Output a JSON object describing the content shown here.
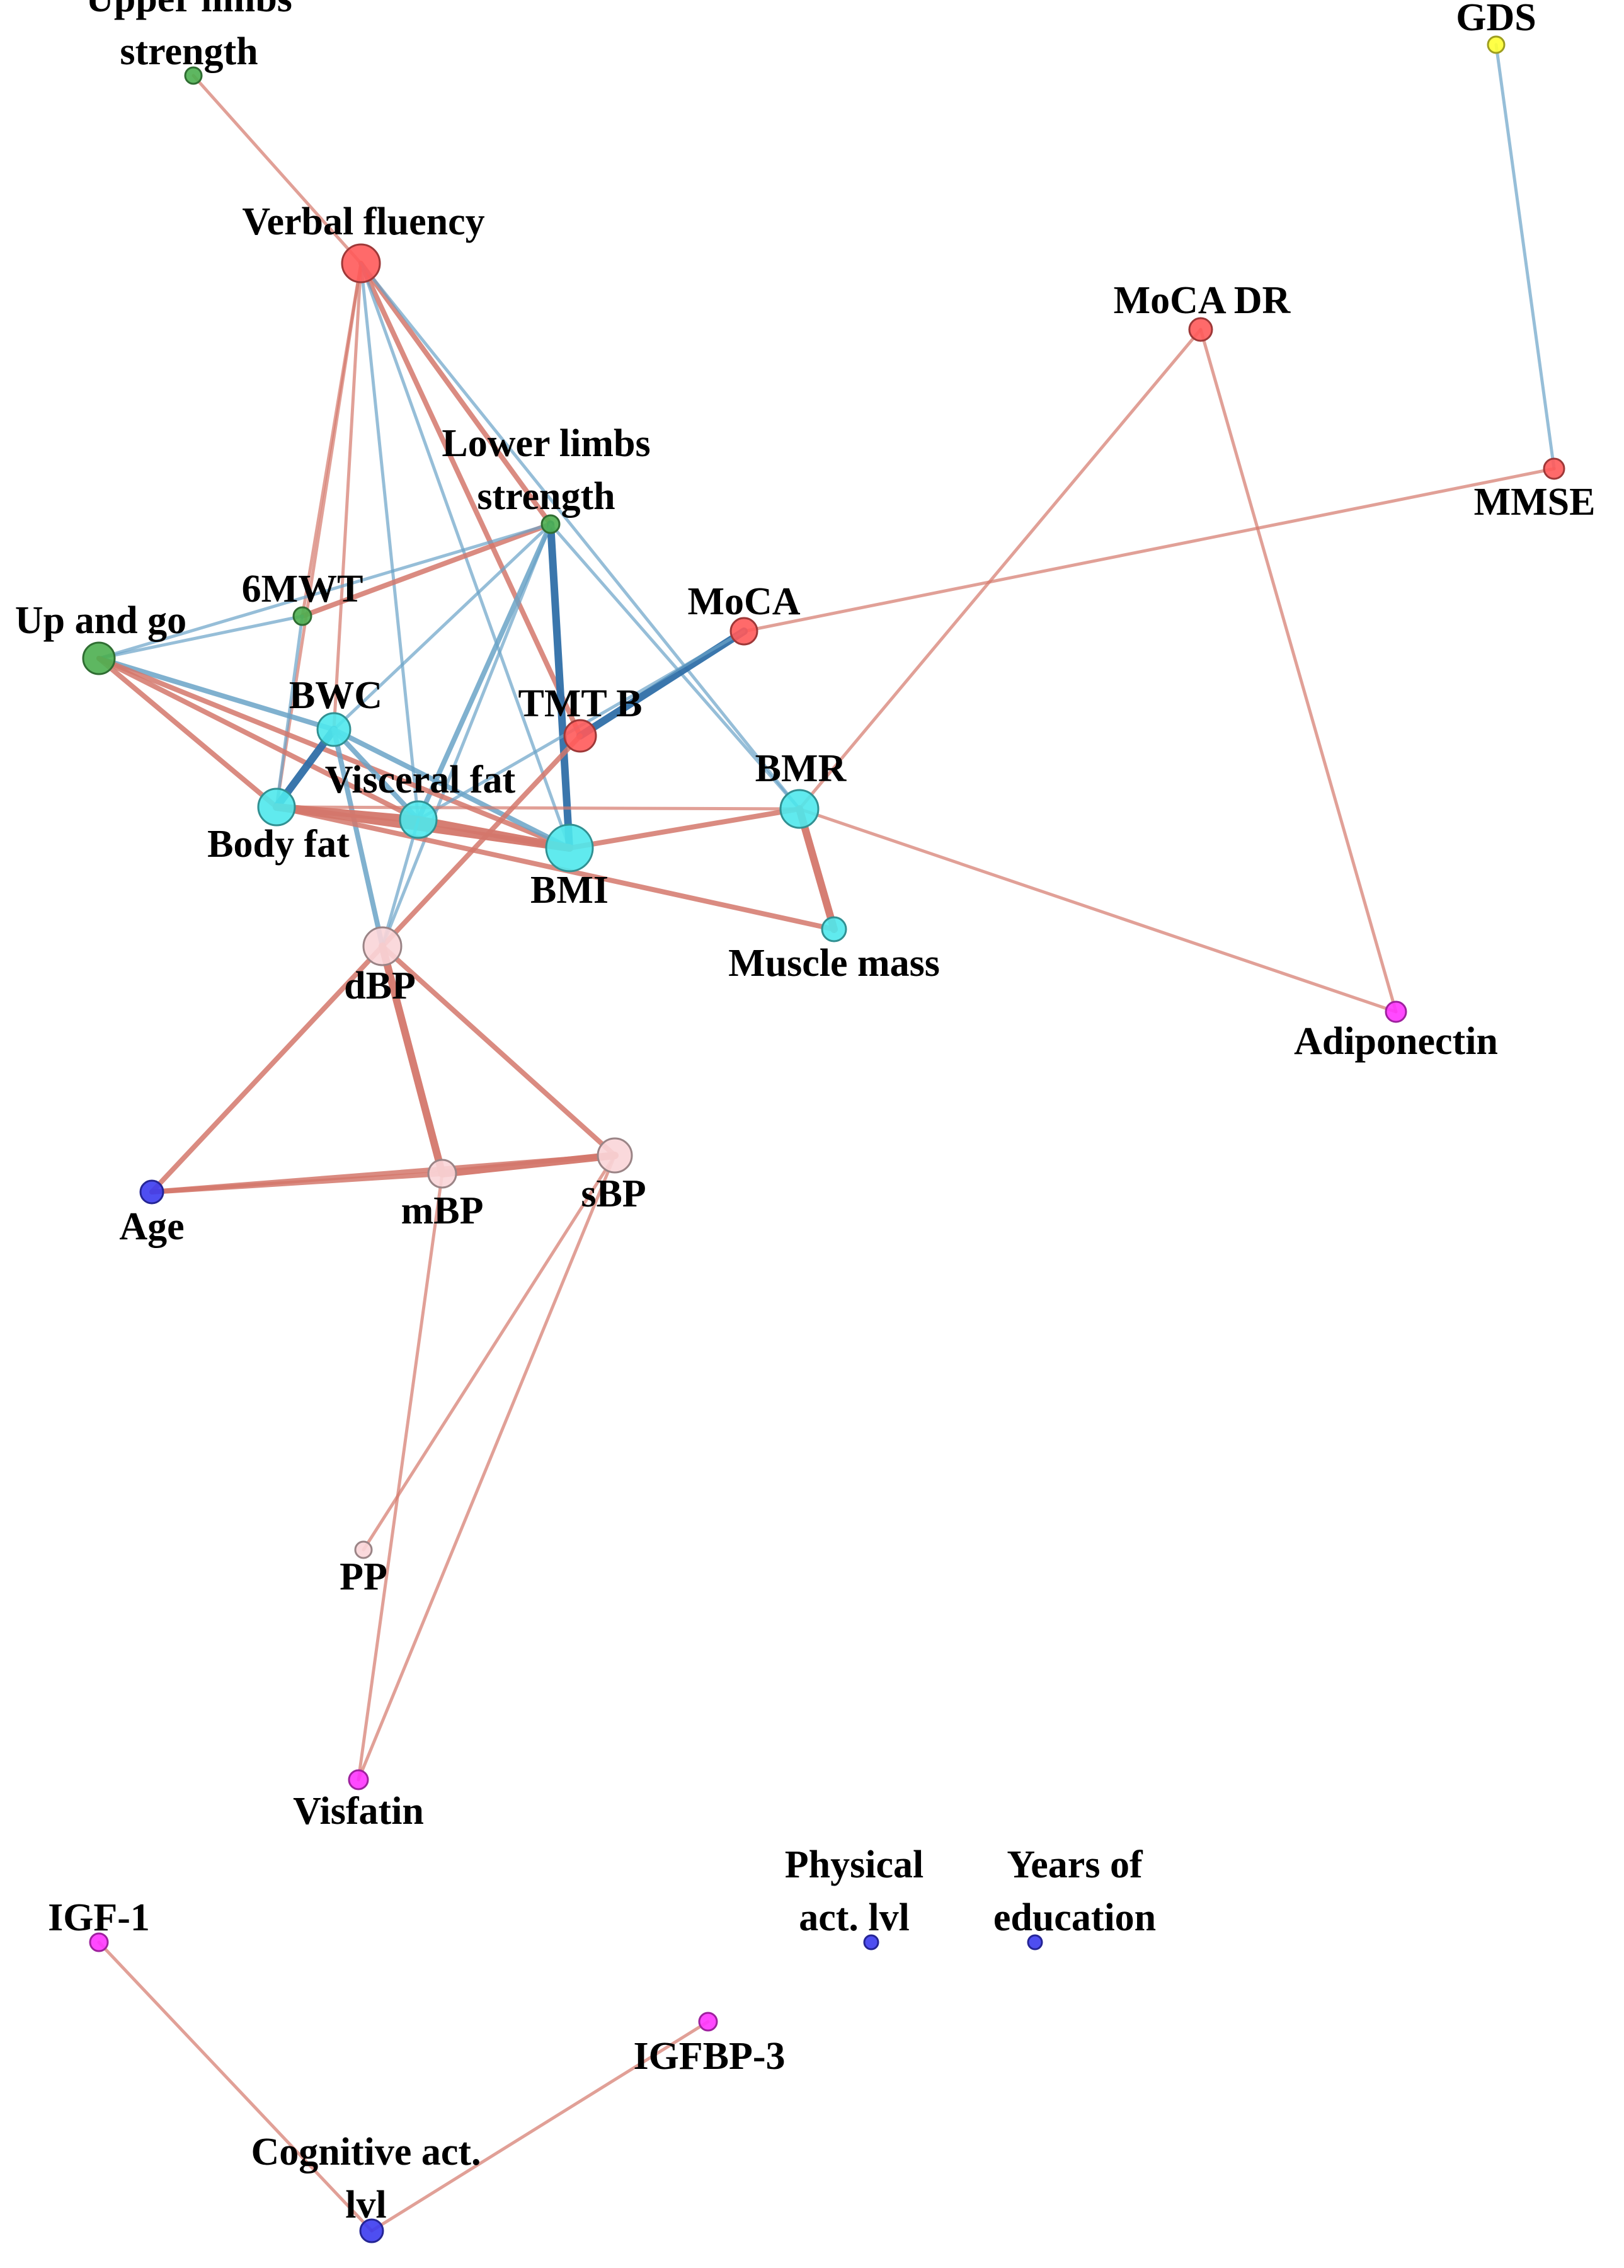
{
  "colors": {
    "positive_edge": "#d4776b",
    "negative_edge": "#6aa3c7",
    "strong_negative_edge": "#2f6fa8",
    "group_cognitive": "#ff5a5a",
    "group_physical": "#4caf50",
    "group_body_composition": "#4fe8ec",
    "group_blood_pressure": "#f9d5d8",
    "group_adipokine": "#ff35ff",
    "group_demographic": "#3b3bf0",
    "group_depression": "#ffff33"
  },
  "nodes": [
    {
      "id": "upper_limbs",
      "label_lines": [
        "Upper limbs",
        "strength"
      ],
      "group": "physical"
    },
    {
      "id": "verbal_fluency",
      "label_lines": [
        "Verbal fluency"
      ],
      "group": "cognitive"
    },
    {
      "id": "gds",
      "label_lines": [
        "GDS"
      ],
      "group": "depression"
    },
    {
      "id": "moca_dr",
      "label_lines": [
        "MoCA DR"
      ],
      "group": "cognitive"
    },
    {
      "id": "mmse",
      "label_lines": [
        "MMSE"
      ],
      "group": "cognitive"
    },
    {
      "id": "lower_limbs",
      "label_lines": [
        "Lower limbs",
        "strength"
      ],
      "group": "physical"
    },
    {
      "id": "6mwt",
      "label_lines": [
        "6MWT"
      ],
      "group": "physical"
    },
    {
      "id": "moca",
      "label_lines": [
        "MoCA"
      ],
      "group": "cognitive"
    },
    {
      "id": "up_and_go",
      "label_lines": [
        "Up and go"
      ],
      "group": "physical"
    },
    {
      "id": "bwc",
      "label_lines": [
        "BWC"
      ],
      "group": "body_composition"
    },
    {
      "id": "tmt_b",
      "label_lines": [
        "TMT B"
      ],
      "group": "cognitive"
    },
    {
      "id": "visceral_fat",
      "label_lines": [
        "Visceral fat"
      ],
      "group": "body_composition"
    },
    {
      "id": "bmr",
      "label_lines": [
        "BMR"
      ],
      "group": "body_composition"
    },
    {
      "id": "body_fat",
      "label_lines": [
        "Body fat"
      ],
      "group": "body_composition"
    },
    {
      "id": "bmi",
      "label_lines": [
        "BMI"
      ],
      "group": "body_composition"
    },
    {
      "id": "muscle_mass",
      "label_lines": [
        "Muscle mass"
      ],
      "group": "body_composition"
    },
    {
      "id": "dbp",
      "label_lines": [
        "dBP"
      ],
      "group": "blood_pressure"
    },
    {
      "id": "adiponectin",
      "label_lines": [
        "Adiponectin"
      ],
      "group": "adipokine"
    },
    {
      "id": "age",
      "label_lines": [
        "Age"
      ],
      "group": "demographic"
    },
    {
      "id": "mbp",
      "label_lines": [
        "mBP"
      ],
      "group": "blood_pressure"
    },
    {
      "id": "sbp",
      "label_lines": [
        "sBP"
      ],
      "group": "blood_pressure"
    },
    {
      "id": "pp",
      "label_lines": [
        "PP"
      ],
      "group": "blood_pressure"
    },
    {
      "id": "visfatin",
      "label_lines": [
        "Visfatin"
      ],
      "group": "adipokine"
    },
    {
      "id": "igf1",
      "label_lines": [
        "IGF-1"
      ],
      "group": "adipokine"
    },
    {
      "id": "physical_act",
      "label_lines": [
        "Physical",
        "act. lvl"
      ],
      "group": "demographic"
    },
    {
      "id": "years_edu",
      "label_lines": [
        "Years of",
        "education"
      ],
      "group": "demographic"
    },
    {
      "id": "igfbp3",
      "label_lines": [
        "IGFBP-3"
      ],
      "group": "adipokine"
    },
    {
      "id": "cognitive_act",
      "label_lines": [
        "Cognitive act.",
        "lvl"
      ],
      "group": "demographic"
    }
  ],
  "edges": [
    {
      "source": "upper_limbs",
      "target": "verbal_fluency",
      "sign": "positive",
      "strength": "weak"
    },
    {
      "source": "verbal_fluency",
      "target": "lower_limbs",
      "sign": "positive",
      "strength": "medium"
    },
    {
      "source": "verbal_fluency",
      "target": "tmt_b",
      "sign": "positive",
      "strength": "medium"
    },
    {
      "source": "verbal_fluency",
      "target": "body_fat",
      "sign": "positive",
      "strength": "weak"
    },
    {
      "source": "verbal_fluency",
      "target": "visceral_fat",
      "sign": "negative",
      "strength": "weak"
    },
    {
      "source": "verbal_fluency",
      "target": "bwc",
      "sign": "positive",
      "strength": "weak"
    },
    {
      "source": "verbal_fluency",
      "target": "bmi",
      "sign": "negative",
      "strength": "weak"
    },
    {
      "source": "verbal_fluency",
      "target": "6mwt",
      "sign": "positive",
      "strength": "weak"
    },
    {
      "source": "verbal_fluency",
      "target": "bmr",
      "sign": "negative",
      "strength": "weak"
    },
    {
      "source": "gds",
      "target": "mmse",
      "sign": "negative",
      "strength": "weak"
    },
    {
      "source": "moca_dr",
      "target": "bmr",
      "sign": "positive",
      "strength": "weak"
    },
    {
      "source": "moca_dr",
      "target": "adiponectin",
      "sign": "positive",
      "strength": "weak"
    },
    {
      "source": "mmse",
      "target": "moca",
      "sign": "positive",
      "strength": "weak"
    },
    {
      "source": "lower_limbs",
      "target": "6mwt",
      "sign": "positive",
      "strength": "medium"
    },
    {
      "source": "lower_limbs",
      "target": "up_and_go",
      "sign": "negative",
      "strength": "weak"
    },
    {
      "source": "lower_limbs",
      "target": "bwc",
      "sign": "negative",
      "strength": "weak"
    },
    {
      "source": "lower_limbs",
      "target": "visceral_fat",
      "sign": "negative",
      "strength": "medium"
    },
    {
      "source": "lower_limbs",
      "target": "bmi",
      "sign": "negative",
      "strength": "strong"
    },
    {
      "source": "lower_limbs",
      "target": "bmr",
      "sign": "negative",
      "strength": "weak"
    },
    {
      "source": "lower_limbs",
      "target": "dbp",
      "sign": "negative",
      "strength": "weak"
    },
    {
      "source": "6mwt",
      "target": "up_and_go",
      "sign": "negative",
      "strength": "weak"
    },
    {
      "source": "6mwt",
      "target": "body_fat",
      "sign": "negative",
      "strength": "weak"
    },
    {
      "source": "up_and_go",
      "target": "body_fat",
      "sign": "positive",
      "strength": "medium"
    },
    {
      "source": "up_and_go",
      "target": "bwc",
      "sign": "negative",
      "strength": "medium"
    },
    {
      "source": "up_and_go",
      "target": "visceral_fat",
      "sign": "positive",
      "strength": "medium"
    },
    {
      "source": "up_and_go",
      "target": "bmi",
      "sign": "positive",
      "strength": "medium"
    },
    {
      "source": "bwc",
      "target": "body_fat",
      "sign": "negative",
      "strength": "strong"
    },
    {
      "source": "bwc",
      "target": "visceral_fat",
      "sign": "negative",
      "strength": "medium"
    },
    {
      "source": "bwc",
      "target": "bmi",
      "sign": "negative",
      "strength": "medium"
    },
    {
      "source": "bwc",
      "target": "dbp",
      "sign": "negative",
      "strength": "medium"
    },
    {
      "source": "moca",
      "target": "tmt_b",
      "sign": "negative",
      "strength": "strong"
    },
    {
      "source": "moca",
      "target": "visceral_fat",
      "sign": "negative",
      "strength": "weak"
    },
    {
      "source": "tmt_b",
      "target": "dbp",
      "sign": "positive",
      "strength": "medium"
    },
    {
      "source": "body_fat",
      "target": "visceral_fat",
      "sign": "positive",
      "strength": "strong"
    },
    {
      "source": "body_fat",
      "target": "bmi",
      "sign": "positive",
      "strength": "strong"
    },
    {
      "source": "body_fat",
      "target": "bmr",
      "sign": "positive",
      "strength": "weak"
    },
    {
      "source": "body_fat",
      "target": "muscle_mass",
      "sign": "positive",
      "strength": "medium"
    },
    {
      "source": "visceral_fat",
      "target": "bmi",
      "sign": "positive",
      "strength": "strong"
    },
    {
      "source": "visceral_fat",
      "target": "dbp",
      "sign": "negative",
      "strength": "weak"
    },
    {
      "source": "bmi",
      "target": "bmr",
      "sign": "positive",
      "strength": "medium"
    },
    {
      "source": "bmr",
      "target": "muscle_mass",
      "sign": "positive",
      "strength": "strong"
    },
    {
      "source": "bmr",
      "target": "adiponectin",
      "sign": "positive",
      "strength": "weak"
    },
    {
      "source": "dbp",
      "target": "age",
      "sign": "positive",
      "strength": "medium"
    },
    {
      "source": "dbp",
      "target": "mbp",
      "sign": "positive",
      "strength": "strong"
    },
    {
      "source": "dbp",
      "target": "sbp",
      "sign": "positive",
      "strength": "medium"
    },
    {
      "source": "age",
      "target": "mbp",
      "sign": "positive",
      "strength": "medium"
    },
    {
      "source": "age",
      "target": "sbp",
      "sign": "positive",
      "strength": "medium"
    },
    {
      "source": "mbp",
      "target": "sbp",
      "sign": "positive",
      "strength": "strong"
    },
    {
      "source": "mbp",
      "target": "visfatin",
      "sign": "positive",
      "strength": "weak"
    },
    {
      "source": "sbp",
      "target": "pp",
      "sign": "positive",
      "strength": "weak"
    },
    {
      "source": "sbp",
      "target": "visfatin",
      "sign": "positive",
      "strength": "weak"
    },
    {
      "source": "igf1",
      "target": "cognitive_act",
      "sign": "positive",
      "strength": "weak"
    },
    {
      "source": "igfbp3",
      "target": "cognitive_act",
      "sign": "positive",
      "strength": "weak"
    }
  ]
}
